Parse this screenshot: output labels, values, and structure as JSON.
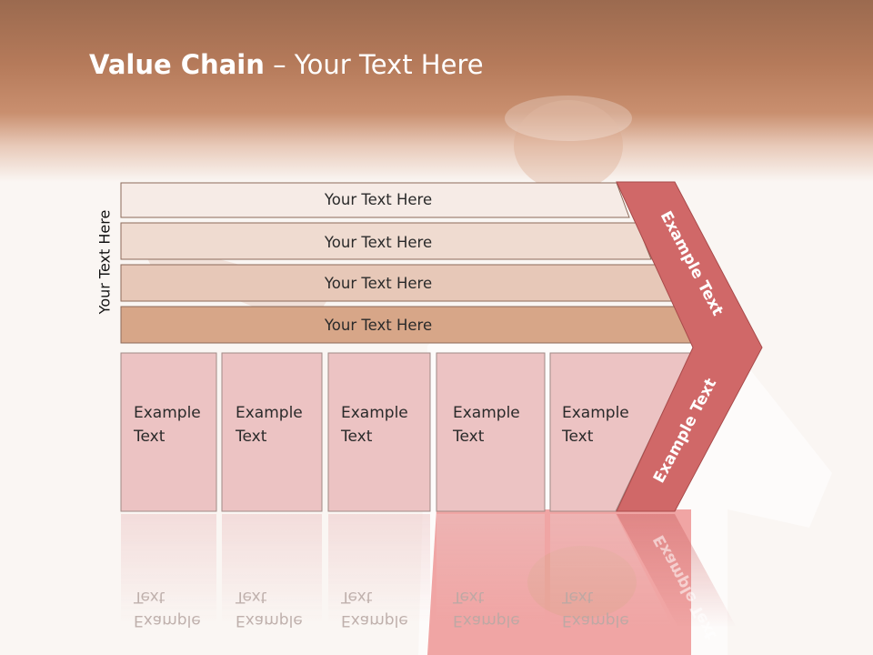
{
  "slide": {
    "title_bold": "Value Chain",
    "title_rest": " – Your Text Here",
    "side_label": "Your Text Here"
  },
  "bands": [
    {
      "label": "Your Text Here",
      "color": "#f6ebe6"
    },
    {
      "label": "Your Text Here",
      "color": "#efdbd0"
    },
    {
      "label": "Your Text Here",
      "color": "#e7c8b8"
    },
    {
      "label": "Your Text Here",
      "color": "#d7a688"
    }
  ],
  "boxes": [
    {
      "line1": "Example",
      "line2": "Text"
    },
    {
      "line1": "Example",
      "line2": "Text"
    },
    {
      "line1": "Example",
      "line2": "Text"
    },
    {
      "line1": "Example",
      "line2": "Text"
    },
    {
      "line1": "Example",
      "line2": "Text"
    }
  ],
  "chevron": {
    "upper_label": "Example Text",
    "lower_label": "Example Text",
    "color": "#d06868"
  },
  "colors": {
    "box_fill": "#ecc3c3",
    "header": "#b57a5a"
  }
}
